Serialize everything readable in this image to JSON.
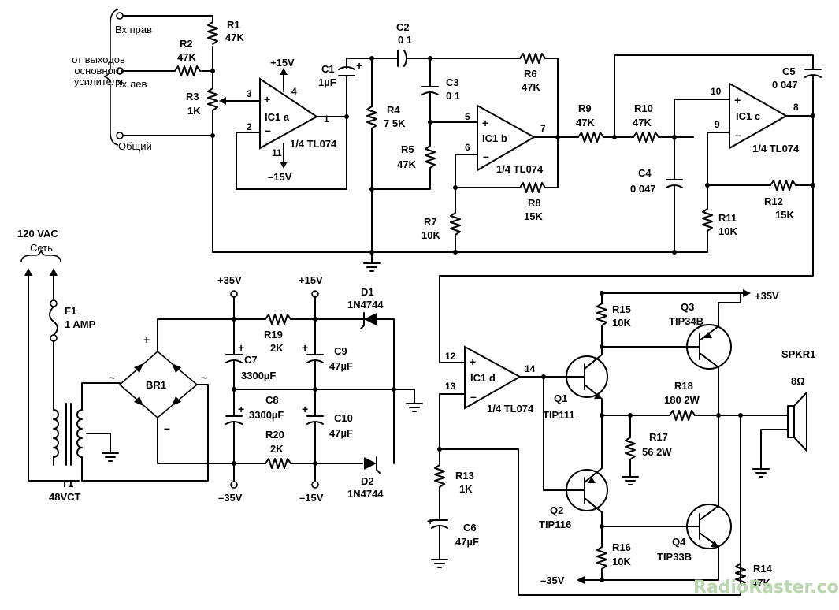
{
  "inputs": {
    "right": "Вх  прав",
    "left": "Вх  лев",
    "common": "Общий",
    "source_line1": "от выходов",
    "source_line2": "основного",
    "source_line3": "усилителя"
  },
  "mains": {
    "voltage": "120 VAC",
    "label": "Сеть"
  },
  "opamps": {
    "a": "IC1  a",
    "b": "IC1  b",
    "c": "IC1  c",
    "d": "IC1  d",
    "part": "1/4 TL074"
  },
  "pins": {
    "a_noninv": "3",
    "a_inv": "2",
    "a_out": "1",
    "a_vpos": "4",
    "a_vneg": "11",
    "b_noninv": "5",
    "b_inv": "6",
    "b_out": "7",
    "c_noninv": "10",
    "c_inv": "9",
    "c_out": "8",
    "d_noninv": "12",
    "d_inv": "13",
    "d_out": "14"
  },
  "resistors": {
    "r1": {
      "name": "R1",
      "value": "47K"
    },
    "r2": {
      "name": "R2",
      "value": "47K"
    },
    "r3": {
      "name": "R3",
      "value": "1K"
    },
    "r4": {
      "name": "R4",
      "value": "7 5K"
    },
    "r5": {
      "name": "R5",
      "value": "47K"
    },
    "r6": {
      "name": "R6",
      "value": "47K"
    },
    "r7": {
      "name": "R7",
      "value": "10K"
    },
    "r8": {
      "name": "R8",
      "value": "15K"
    },
    "r9": {
      "name": "R9",
      "value": "47K"
    },
    "r10": {
      "name": "R10",
      "value": "47K"
    },
    "r11": {
      "name": "R11",
      "value": "10K"
    },
    "r12": {
      "name": "R12",
      "value": "15K"
    },
    "r13": {
      "name": "R13",
      "value": "1K"
    },
    "r14": {
      "name": "R14",
      "value": "47K"
    },
    "r15": {
      "name": "R15",
      "value": "10K"
    },
    "r16": {
      "name": "R16",
      "value": "10K"
    },
    "r17": {
      "name": "R17",
      "value": "56 2W"
    },
    "r18": {
      "name": "R18",
      "value": "180 2W"
    },
    "r19": {
      "name": "R19",
      "value": "2K"
    },
    "r20": {
      "name": "R20",
      "value": "2K"
    }
  },
  "capacitors": {
    "c1": {
      "name": "C1",
      "value": "1µF"
    },
    "c2": {
      "name": "C2",
      "value": "0 1"
    },
    "c3": {
      "name": "C3",
      "value": "0 1"
    },
    "c4": {
      "name": "C4",
      "value": "0 047"
    },
    "c5": {
      "name": "C5",
      "value": "0 047"
    },
    "c6": {
      "name": "C6",
      "value": "47µF"
    },
    "c7": {
      "name": "C7",
      "value": "3300µF"
    },
    "c8": {
      "name": "C8",
      "value": "3300µF"
    },
    "c9": {
      "name": "C9",
      "value": "47µF"
    },
    "c10": {
      "name": "C10",
      "value": "47µF"
    }
  },
  "semis": {
    "d1": {
      "name": "D1",
      "value": "1N4744"
    },
    "d2": {
      "name": "D2",
      "value": "1N4744"
    },
    "br1": "BR1",
    "q1": {
      "name": "Q1",
      "value": "TIP111"
    },
    "q2": {
      "name": "Q2",
      "value": "TIP116"
    },
    "q3": {
      "name": "Q3",
      "value": "TIP34B"
    },
    "q4": {
      "name": "Q4",
      "value": "TIP33B"
    }
  },
  "power": {
    "f1": {
      "name": "F1",
      "value": "1 AMP"
    },
    "t1": {
      "name": "T1",
      "value": "48VCT"
    },
    "plus15_top": "+15V",
    "minus15_top": "–15V",
    "plus35": "+35V",
    "plus15": "+15V",
    "minus35": "–35V",
    "minus15": "–15V",
    "plus35_out": "+35V",
    "minus35_out": "–35V"
  },
  "speaker": {
    "name": "SPKR1",
    "impedance": "8Ω"
  },
  "symbols": {
    "plus": "+",
    "minus": "–",
    "tilde": "~"
  },
  "watermark": "RadioRaster.com.ua"
}
